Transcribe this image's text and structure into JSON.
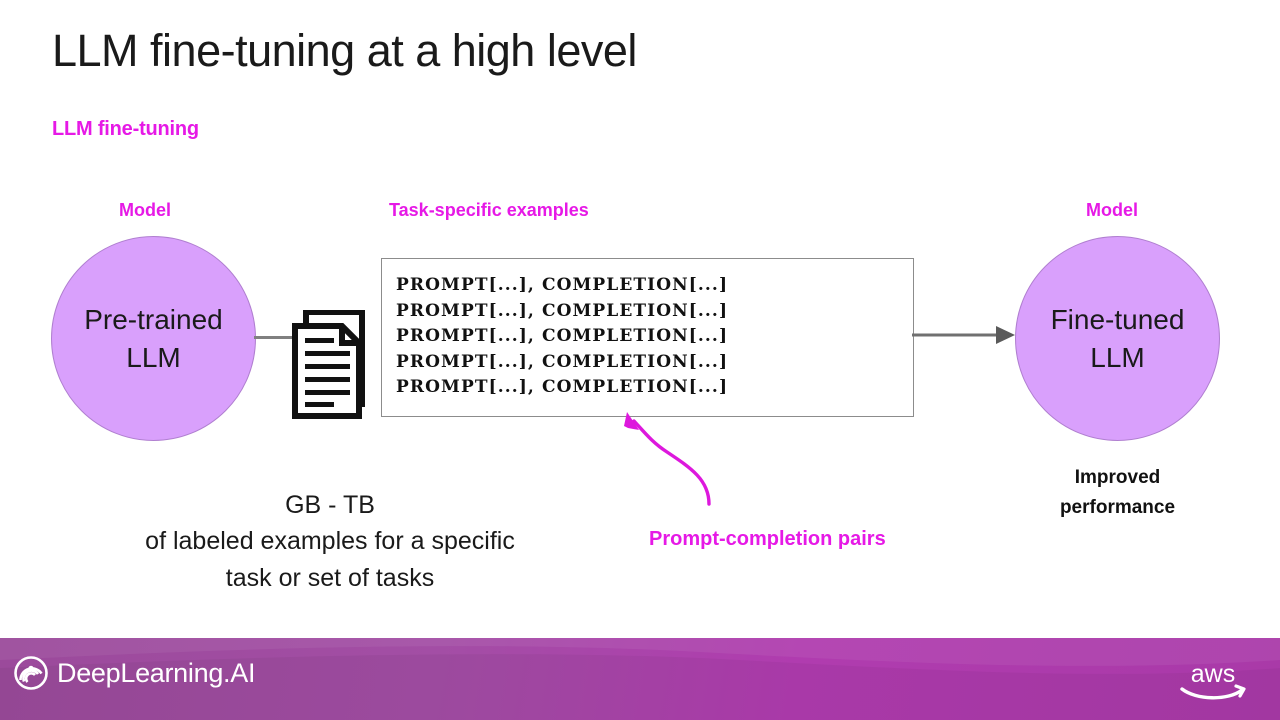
{
  "slide": {
    "title": "LLM fine-tuning at a high level",
    "subtitle": "LLM fine-tuning"
  },
  "diagram": {
    "left_label": "Model",
    "right_label": "Model",
    "dataset_label": "Task-specific examples",
    "left_node": {
      "line1": "Pre-trained",
      "line2": "LLM"
    },
    "right_node": {
      "line1": "Fine-tuned",
      "line2": "LLM"
    },
    "right_node_caption": {
      "line1": "Improved",
      "line2": "performance"
    },
    "code_lines": [
      "PROMPT[...], COMPLETION[...]",
      "PROMPT[...], COMPLETION[...]",
      "PROMPT[...], COMPLETION[...]",
      "PROMPT[...], COMPLETION[...]",
      "PROMPT[...], COMPLETION[...]"
    ],
    "annotation_label": "Prompt-completion pairs",
    "data_caption": {
      "line1": "GB - TB",
      "line2": "of labeled examples for a specific",
      "line3": "task or set of tasks"
    }
  },
  "footer": {
    "brand": "DeepLearning.AI",
    "partner": "aws"
  },
  "colors": {
    "magenta": "#e619e6",
    "annotation_pink": "#dd18dd",
    "node_fill": "#d9a0fc",
    "node_stroke": "#b07fd0",
    "connector_gray": "#808080",
    "footer_purple": "#a34ea5",
    "text_dark": "#1a1a1a"
  }
}
